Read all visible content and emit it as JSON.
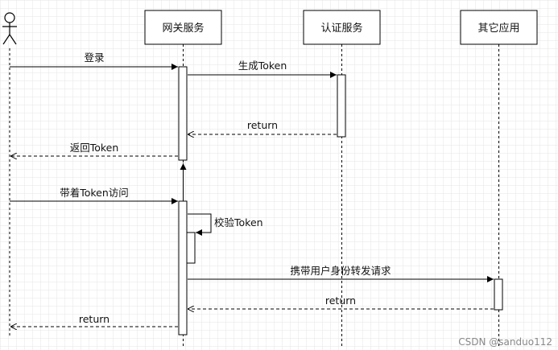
{
  "actor": {
    "name": ""
  },
  "participants": [
    {
      "id": "gateway",
      "label": "网关服务"
    },
    {
      "id": "auth",
      "label": "认证服务"
    },
    {
      "id": "app",
      "label": "其它应用"
    }
  ],
  "messages": [
    {
      "text": "登录",
      "from": "actor",
      "to": "gateway",
      "style": "solid"
    },
    {
      "text": "生成Token",
      "from": "gateway",
      "to": "auth",
      "style": "solid"
    },
    {
      "text": "return",
      "from": "auth",
      "to": "gateway",
      "style": "dashed"
    },
    {
      "text": "返回Token",
      "from": "gateway",
      "to": "actor",
      "style": "dashed"
    },
    {
      "text": "带着Token访问",
      "from": "actor",
      "to": "gateway",
      "style": "solid"
    },
    {
      "text": "校验Token",
      "from": "gateway",
      "to": "gateway",
      "style": "self"
    },
    {
      "text": "携带用户身份转发请求",
      "from": "gateway",
      "to": "app",
      "style": "solid"
    },
    {
      "text": "return",
      "from": "app",
      "to": "gateway",
      "style": "dashed"
    },
    {
      "text": "return",
      "from": "gateway",
      "to": "actor",
      "style": "dashed"
    }
  ],
  "watermark": "CSDN @sanduo112",
  "colors": {
    "line": "#000000",
    "grid": "#e6e6e6",
    "box_fill": "#ffffff"
  }
}
